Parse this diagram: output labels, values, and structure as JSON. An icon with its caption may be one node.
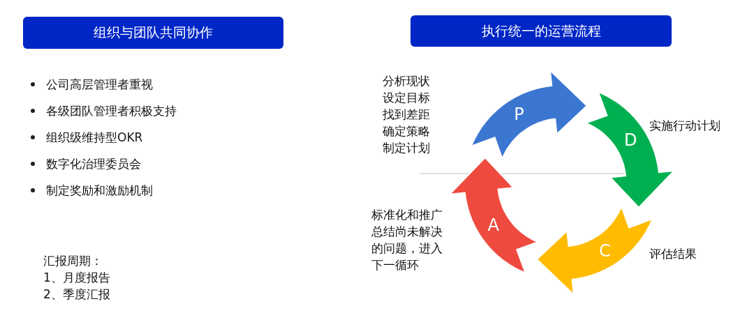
{
  "diagram": {
    "nodes": [
      {
        "text": [
          "组织与团队共同协作"
        ]
      },
      {
        "text": [
          "执行统一的运营流程"
        ]
      },
      {
        "text": [
          "P"
        ],
        "beside": [
          "分析现状",
          "设定目标",
          "找到差距",
          "确定策略",
          "制定计划"
        ]
      },
      {
        "text": [
          "D"
        ],
        "beside": [
          "实施行动计划"
        ]
      },
      {
        "text": [
          "C"
        ],
        "beside": [
          "评估结果"
        ]
      },
      {
        "text": [
          "A"
        ],
        "beside": [
          "标准化和推广",
          "总结尚未解决的问题，进入下一循环"
        ]
      }
    ],
    "labels": [
      "公司高层管理者重视",
      "各级团队管理者积极支持",
      "组织级维持型OKR",
      "数字化治理委员会",
      "制定奖励和激励机制",
      "汇报周期：",
      "1、月度报告",
      "2、季度汇报"
    ]
  }
}
